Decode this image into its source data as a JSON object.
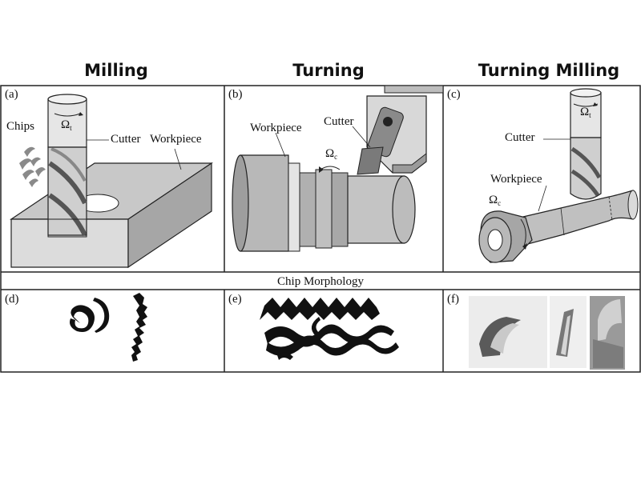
{
  "column_titles": [
    "Milling",
    "Turning",
    "Turning Milling"
  ],
  "panels": {
    "a": {
      "label": "(a)",
      "chips": "Chips",
      "omega": "Ω",
      "omega_sub": "t",
      "cutter": "Cutter",
      "workpiece": "Workpiece"
    },
    "b": {
      "label": "(b)",
      "workpiece": "Workpiece",
      "cutter": "Cutter",
      "omega": "Ω",
      "omega_sub": "c"
    },
    "c": {
      "label": "(c)",
      "omega_t": "Ω",
      "omega_t_sub": "t",
      "cutter": "Cutter",
      "workpiece": "Workpiece",
      "omega_c": "Ω",
      "omega_c_sub": "c"
    },
    "d": {
      "label": "(d)"
    },
    "e": {
      "label": "(e)"
    },
    "f": {
      "label": "(f)"
    }
  },
  "chip_morphology_title": "Chip Morphology",
  "colors": {
    "border": "#222222",
    "gray_light": "#d4d4d4",
    "gray_mid": "#a8a8a8",
    "gray_dark": "#6e6e6e",
    "chip_black": "#111111"
  }
}
